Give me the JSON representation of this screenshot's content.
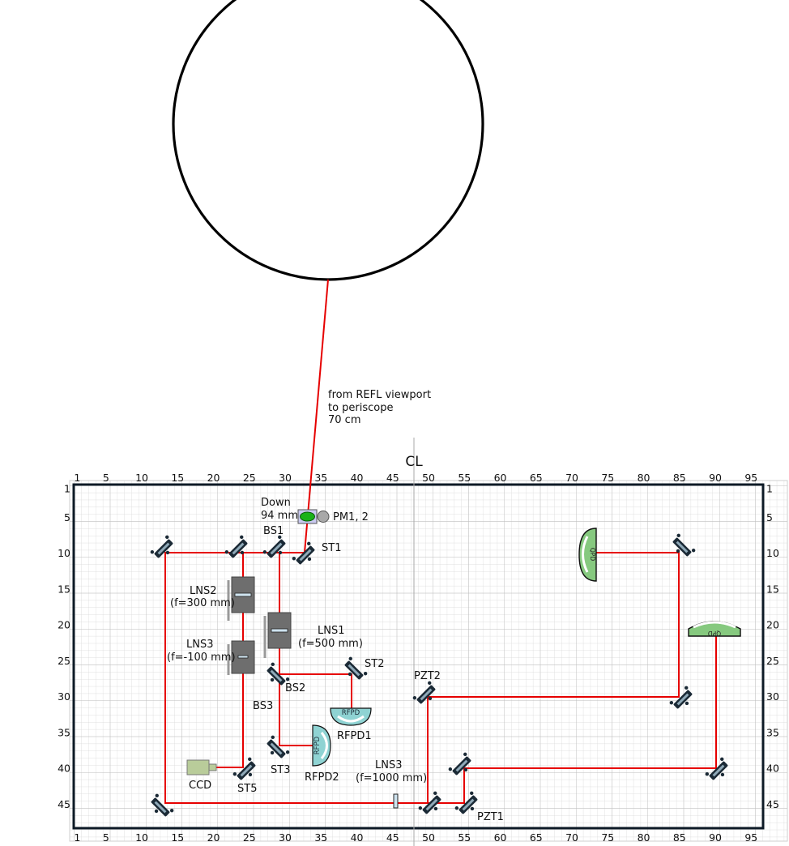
{
  "viewport_note": [
    "from REFL viewport",
    "to periscope",
    "70 cm"
  ],
  "centerline_label": "CL",
  "col_ticks": [
    1,
    5,
    10,
    15,
    20,
    25,
    30,
    35,
    40,
    45,
    50,
    55,
    60,
    65,
    70,
    75,
    80,
    85,
    90,
    95
  ],
  "row_ticks": [
    1,
    5,
    10,
    15,
    20,
    25,
    30,
    35,
    40,
    45
  ],
  "labels": {
    "down_line1": "Down",
    "down_line2": "94 mm",
    "pm": "PM1, 2",
    "bs1": "BS1",
    "st1": "ST1",
    "lns2_line1": "LNS2",
    "lns2_line2": "(f=300 mm)",
    "lns3a_line1": "LNS3",
    "lns3a_line2": "(f=-100 mm)",
    "lns1_line1": "LNS1",
    "lns1_line2": "(f=500 mm)",
    "st2": "ST2",
    "bs2": "BS2",
    "bs3": "BS3",
    "rfpd1": "RFPD1",
    "rfpd1_inner": "RFPD",
    "rfpd2": "RFPD2",
    "rfpd2_inner": "RFPD",
    "st3": "ST3",
    "ccd": "CCD",
    "st5": "ST5",
    "pzt2": "PZT2",
    "lns3b_line1": "LNS3",
    "lns3b_line2": "(f=1000 mm)",
    "pzt1": "PZT1",
    "qpd_a": "QPD",
    "qpd_b": "QPD"
  },
  "colors": {
    "beam": "#e60000",
    "board_border": "#0d1a26",
    "mirror": "#1b2a36",
    "lens_block": "#6e6e6e",
    "rfpd_fill": "#8fd3d3",
    "qpd_fill": "#86c97f",
    "ccd_fill": "#b9cc9a",
    "pm_green": "#19b219"
  }
}
